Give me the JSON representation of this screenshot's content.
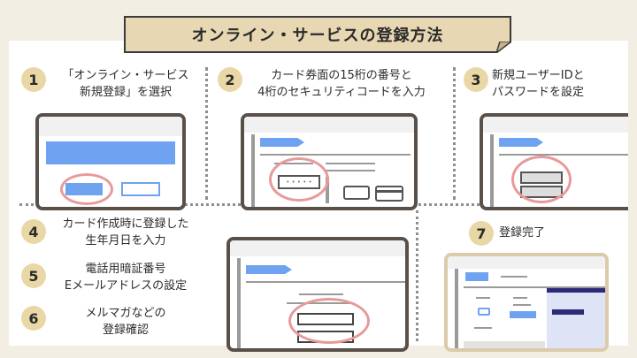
{
  "title": "オンライン・サービスの登録方法",
  "steps": [
    {
      "number": "1",
      "line1": "「オンライン・サービス",
      "line2": "新規登録」を選択"
    },
    {
      "number": "2",
      "line1": "カード券面の15桁の番号と",
      "line2": "4桁のセキュリティコードを入力"
    },
    {
      "number": "3",
      "line1": "新規ユーザーIDと",
      "line2": "パスワードを設定"
    },
    {
      "number": "4",
      "line1": "カード作成時に登録した",
      "line2": "生年月日を入力"
    },
    {
      "number": "5",
      "line1": "電話用暗証番号",
      "line2": "Eメールアドレスの設定"
    },
    {
      "number": "6",
      "line1": "メルマガなどの",
      "line2": "登録確認"
    },
    {
      "number": "7",
      "line1": "登録完了"
    }
  ],
  "colors": {
    "background": "#f3eee3",
    "banner": "#e7d7b3",
    "badge": "#e9d7a6",
    "accent_blue": "#6fa3f1",
    "highlight_ring": "#e89a9a",
    "device_frame": "#5a504a",
    "navy_button": "#2e2a78"
  }
}
